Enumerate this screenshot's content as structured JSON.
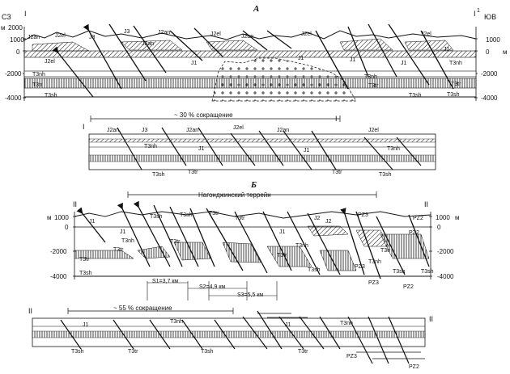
{
  "panel_a": {
    "letter": "А",
    "left_dir": "СЗ",
    "right_dir": "ЮВ",
    "section_left": "I",
    "section_right": "I",
    "section_right_prime": "1",
    "unit_left": "м",
    "unit_right": "м",
    "elev_left": [
      "2000",
      "1000",
      "0",
      "-2000",
      "-4000"
    ],
    "elev_right": [
      "1000",
      "0",
      "-2000",
      "-4000"
    ],
    "unit_labels": {
      "j2an_1": "J2an",
      "j2el_1": "J2el",
      "j3_1": "J3",
      "j2an_2": "J2an",
      "j3_2": "J3",
      "j2an_3": "J2an",
      "j2el_2": "J2el",
      "j2an_4": "J2an",
      "j2el_3": "J2el",
      "j2el_4": "J2el",
      "j1_1": "J1",
      "j1_2": "J1",
      "j1_3": "J1",
      "j1_4": "J1",
      "t3nh_1": "T3nh",
      "t3tr_1": "T3tr",
      "t3sh_1": "T3sh",
      "t3nh_2": "T3nh",
      "t3tr_2": "T3tr",
      "t3sh_2": "T3sh",
      "t3nh_3": "T3nh",
      "t3tr_3": "T3tr",
      "t3sh_3": "T3sh",
      "j1_5": "J1"
    }
  },
  "panel_a2": {
    "section_left": "I",
    "section_right": "I",
    "shortening": "~ 30 % сокращение",
    "unit_labels": {
      "j2an_1": "J2an",
      "j3": "J3",
      "j2an_2": "J2an",
      "j2el_1": "J2el",
      "j2an_3": "J2an",
      "j2el_2": "J2el",
      "t3nh_1": "T3nh",
      "j1_1": "J1",
      "j1_2": "J1",
      "t3nh_2": "T3nh",
      "t3sh_1": "T3sh",
      "t3tr_1": "T3tr",
      "t3tr_2": "T3tr",
      "t3sh_2": "T3sh"
    }
  },
  "panel_b": {
    "letter": "Б",
    "terrane": "Нагонджинский террейн",
    "section_left": "II",
    "section_right": "II",
    "unit_left": "м",
    "unit_right": "м",
    "elev_left": [
      "1000",
      "0",
      "-2000",
      "-4000"
    ],
    "elev_right": [
      "1000",
      "0",
      "-2000",
      "-4000"
    ],
    "s1": "S1=3,7 км",
    "s2": "S2=4,9 км",
    "s3": "S3=5,5 км",
    "unit_labels": {
      "j1_1": "J1",
      "j1_2": "J1",
      "t3sh_1": "T3sh",
      "t3sh_2": "T3sh",
      "t3tr_1": "T3tr",
      "t3tr_2": "T3tr",
      "t3tr_3": "T3tr",
      "t3tr_4": "T3tr",
      "t3tr_5": "T3tr",
      "t3nh_1": "T3nh",
      "t3nh_2": "T3nh",
      "t3nh_3": "T3nh",
      "t3sh_3": "T3sh",
      "t3sh_4": "T3sh",
      "t3tr_6": "T3tr",
      "t3tr_7": "T3tr",
      "j1_3": "J1",
      "j2_1": "J2",
      "j2_2": "J2",
      "pz3_1": "PZ3",
      "pz3_2": "PZ3",
      "pz3_3": "PZ3",
      "pz2_1": "PZ2",
      "pz2_2": "PZ2",
      "pz2_3": "PZ2",
      "t3sh_5": "T3sh",
      "t3sh_6": "T3sh"
    }
  },
  "panel_b2": {
    "section_left": "II",
    "section_right": "II",
    "shortening": "~ 55 % сокращение",
    "unit_labels": {
      "j1_1": "J1",
      "t3nh_1": "T3nh",
      "j1_2": "J1",
      "t3nh_2": "T3nh",
      "t3sh_1": "T3sh",
      "t3tr_1": "T3tr",
      "t3sh_2": "T3sh",
      "t3tr_2": "T3tr",
      "pz3": "PZ3",
      "pz2": "PZ2"
    }
  }
}
